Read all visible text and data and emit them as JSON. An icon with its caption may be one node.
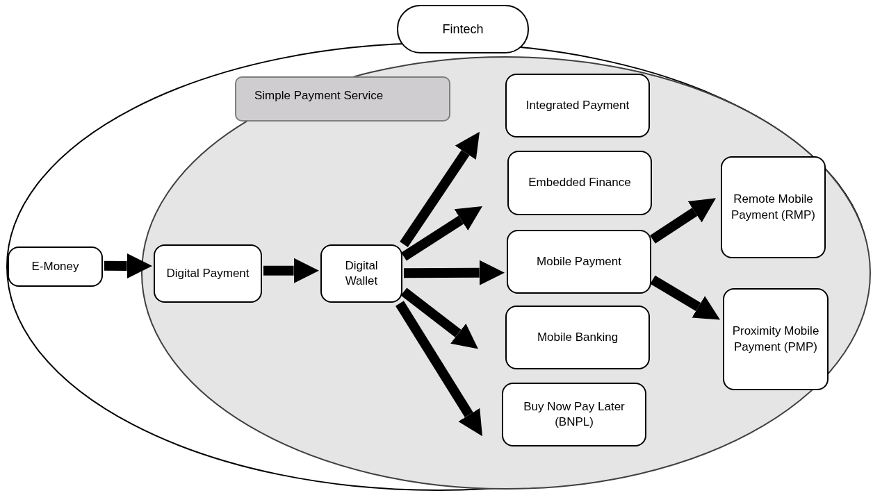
{
  "diagram": {
    "nodes": [
      {
        "text": [
          "Fintech"
        ]
      },
      {
        "text": [
          "Simple Payment Service"
        ],
        "in": 0
      },
      {
        "text": [
          "E-Money"
        ],
        "in": 0
      },
      {
        "text": [
          "Digital Payment"
        ],
        "in": 1
      },
      {
        "text": [
          "Digital Wallet"
        ],
        "in": 1
      },
      {
        "text": [
          "Integrated Payment"
        ],
        "in": 1
      },
      {
        "text": [
          "Embedded Finance"
        ],
        "in": 1
      },
      {
        "text": [
          "Mobile Payment"
        ],
        "in": 1
      },
      {
        "text": [
          "Mobile Banking"
        ],
        "in": 1
      },
      {
        "text": [
          "Buy Now Pay Later (BNPL)"
        ],
        "in": 1
      },
      {
        "text": [
          "Remote Mobile Payment (RMP)"
        ],
        "in": 1
      },
      {
        "text": [
          "Proximity Mobile Payment (PMP)"
        ],
        "in": 1
      }
    ],
    "edges": [
      {
        "from": 2,
        "to": 3,
        "arrow": "to"
      },
      {
        "from": 3,
        "to": 4,
        "arrow": "to"
      },
      {
        "from": 4,
        "to": 5,
        "arrow": "to"
      },
      {
        "from": 4,
        "to": 6,
        "arrow": "to"
      },
      {
        "from": 4,
        "to": 7,
        "arrow": "to"
      },
      {
        "from": 4,
        "to": 8,
        "arrow": "to"
      },
      {
        "from": 4,
        "to": 9,
        "arrow": "to"
      },
      {
        "from": 7,
        "to": 10,
        "arrow": "to"
      },
      {
        "from": 7,
        "to": 11,
        "arrow": "to"
      }
    ]
  }
}
